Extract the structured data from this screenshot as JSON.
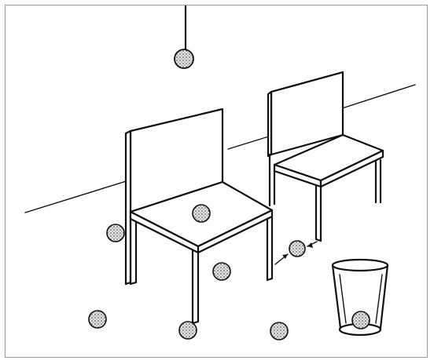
{
  "scene": {
    "ink_color": "#111111",
    "paper_color": "#ffffff",
    "frame_color": "#9a9a9a",
    "objects": [
      "hanging-ball",
      "front-chair",
      "back-chair",
      "glass",
      "balls"
    ],
    "ball_count": 9
  }
}
